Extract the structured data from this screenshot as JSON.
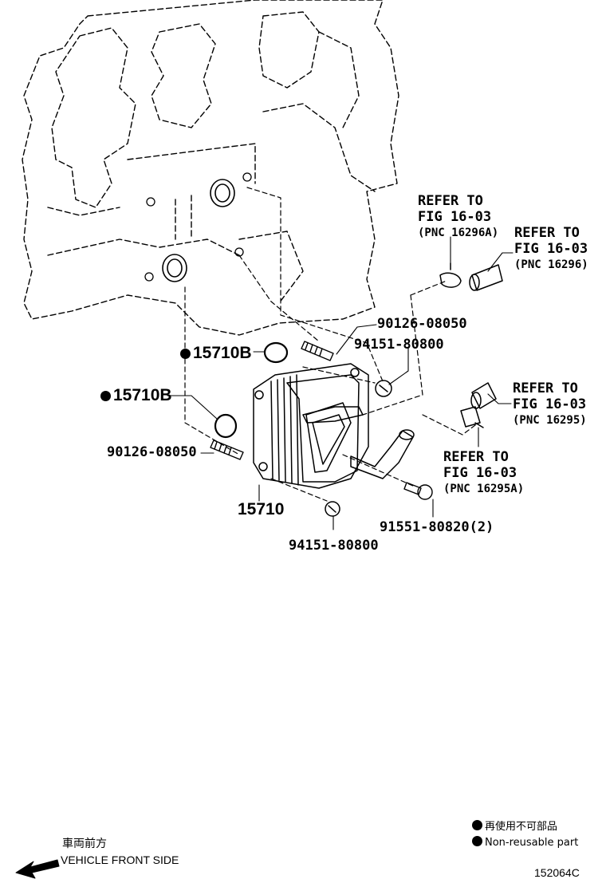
{
  "callouts": {
    "oring_upper": {
      "part": "15710B",
      "nonreusable": true
    },
    "oring_lower": {
      "part": "15710B",
      "nonreusable": true
    },
    "cooler": {
      "part": "15710"
    },
    "stud_upper": {
      "part": "90126-08050"
    },
    "stud_lower": {
      "part": "90126-08050"
    },
    "plug_upper": {
      "part": "94151-80800"
    },
    "plug_lower": {
      "part": "94151-80800"
    },
    "bolt": {
      "part": "91551-80820(2)"
    }
  },
  "refs": {
    "r1": {
      "l1": "REFER TO",
      "l2": "FIG 16-03",
      "l3": "(PNC 16296A)"
    },
    "r2": {
      "l1": "REFER TO",
      "l2": "FIG 16-03",
      "l3": "(PNC 16296)"
    },
    "r3": {
      "l1": "REFER TO",
      "l2": "FIG 16-03",
      "l3": "(PNC 16295)"
    },
    "r4": {
      "l1": "REFER TO",
      "l2": "FIG 16-03",
      "l3": "(PNC 16295A)"
    }
  },
  "legend": {
    "jp": "再使用不可部品",
    "en": "Non-reusable part"
  },
  "front_side": {
    "jp": "車両前方",
    "en": "VEHICLE FRONT SIDE"
  },
  "figure_id": "152064C",
  "colors": {
    "ink": "#000000",
    "paper": "#ffffff"
  }
}
